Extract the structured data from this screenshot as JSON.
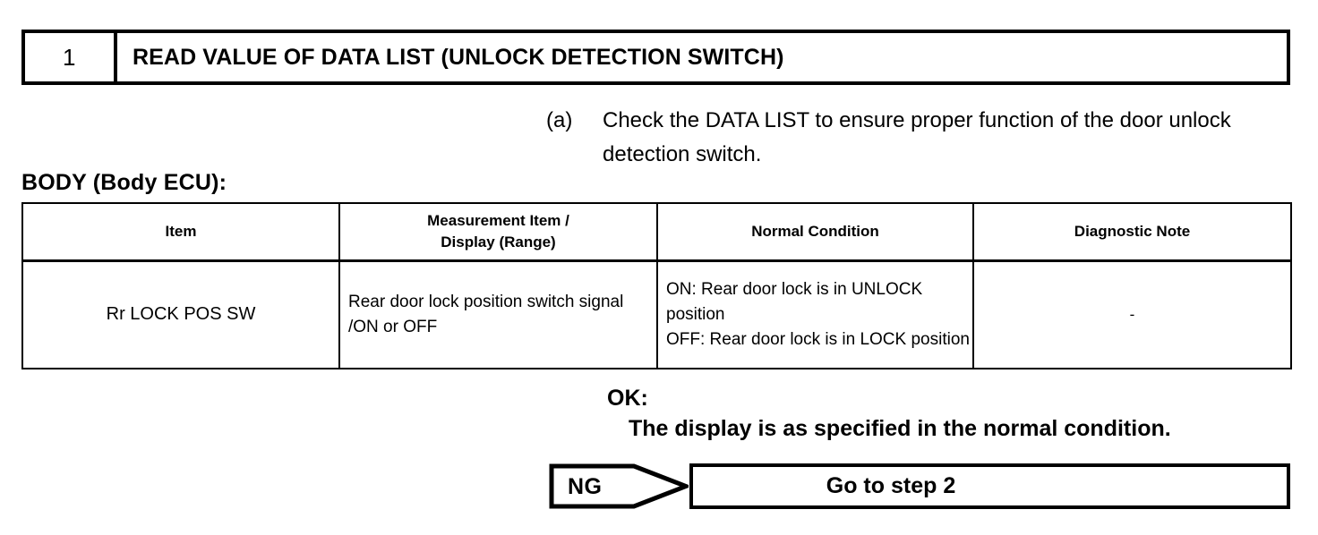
{
  "step_header": {
    "number": "1",
    "title": "READ VALUE OF DATA LIST (UNLOCK DETECTION SWITCH)"
  },
  "instruction": {
    "marker": "(a)",
    "text": "Check the DATA LIST to ensure proper function of the door unlock detection switch."
  },
  "section_label": "BODY (Body ECU):",
  "table": {
    "headers": {
      "item": "Item",
      "measurement_line1": "Measurement Item /",
      "measurement_line2": "Display (Range)",
      "normal_condition": "Normal Condition",
      "diagnostic_note": "Diagnostic Note"
    },
    "rows": [
      {
        "item": "Rr LOCK POS SW",
        "measurement": "Rear door lock position switch signal\n/ON or OFF",
        "normal_condition": "ON: Rear door lock is in UNLOCK position\nOFF: Rear door lock is in LOCK position",
        "diagnostic_note": "-"
      }
    ]
  },
  "result_ok": {
    "label": "OK:",
    "text": "The display is as specified in the normal condition."
  },
  "result_ng": {
    "label": "NG",
    "action": "Go to step 2"
  },
  "colors": {
    "ink": "#000000",
    "page": "#ffffff"
  }
}
